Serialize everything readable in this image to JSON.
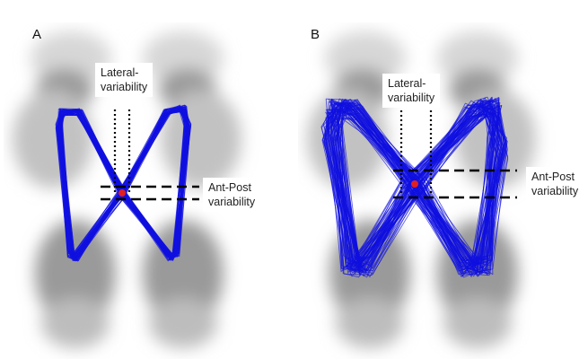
{
  "figure": {
    "panels": [
      {
        "id": "A",
        "label": "A",
        "lateral_label": "Lateral-\nvariability",
        "antpost_label": "Ant-Post\nvariability",
        "trace_spread": "low"
      },
      {
        "id": "B",
        "label": "B",
        "lateral_label": "Lateral-\nvariability",
        "antpost_label": "Ant-Post\nvariability",
        "trace_spread": "high"
      }
    ],
    "colors": {
      "trace": "#1010e0",
      "center_point": "#e02020",
      "guide_lines": "#000000",
      "foot_shadow": "#8a8a8a",
      "callout_bg": "#ffffff"
    }
  }
}
